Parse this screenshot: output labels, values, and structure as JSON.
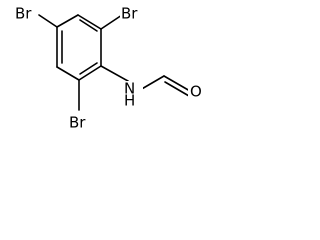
{
  "molecule": {
    "atom_labels": {
      "br_top_left": "Br",
      "br_top_right": "Br",
      "br_bottom": "Br",
      "nh": "N",
      "h": "H",
      "o": "O"
    }
  }
}
